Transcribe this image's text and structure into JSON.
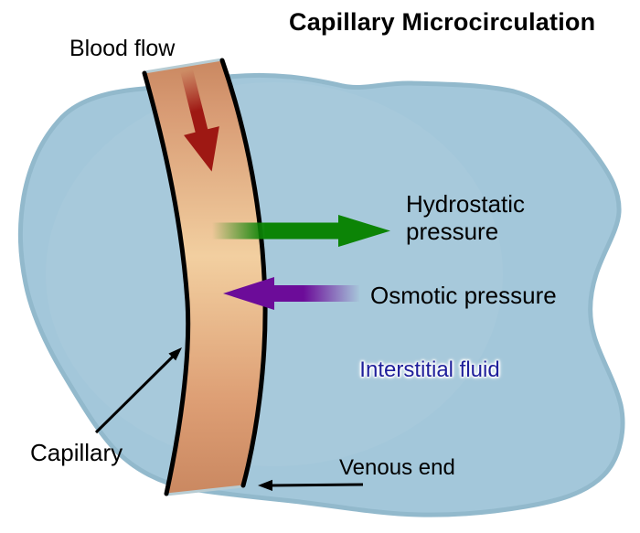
{
  "title": "Capillary Microcirculation",
  "labels": {
    "blood_flow": "Blood flow",
    "hydrostatic_pressure": "Hydrostatic pressure",
    "osmotic_pressure": "Osmotic pressure",
    "interstitial_fluid": "Interstitial fluid",
    "capillary": "Capillary",
    "venous_end": "Venous end"
  },
  "colors": {
    "background": "#ffffff",
    "interstitial_fluid_fill": "#a3c7da",
    "interstitial_fluid_rim": "#92b9cc",
    "capillary_fill_center": "#f2cfa0",
    "capillary_fill_shoulder": "#d89b74",
    "capillary_fill_lower": "#dd9e74",
    "capillary_fill_ends": "#c98760",
    "capillary_wall": "#000000",
    "blood_flow_arrow": "#9e1813",
    "hydrostatic_arrow": "#0c8406",
    "osmotic_arrow": "#6c0c99",
    "interstitial_label_text": "#1e1e9a",
    "label_text": "#000000"
  },
  "arrows": [
    {
      "name": "blood-flow-arrow",
      "color": "#9e1813",
      "direction": "downward along capillary"
    },
    {
      "name": "hydrostatic-pressure-arrow",
      "color": "#0c8406",
      "direction": "right, out of capillary"
    },
    {
      "name": "osmotic-pressure-arrow",
      "color": "#6c0c99",
      "direction": "left, into capillary"
    },
    {
      "name": "capillary-pointer-arrow",
      "color": "#000000",
      "direction": "up-right toward capillary wall"
    },
    {
      "name": "venous-end-pointer-arrow",
      "color": "#000000",
      "direction": "left toward capillary bottom end"
    }
  ]
}
